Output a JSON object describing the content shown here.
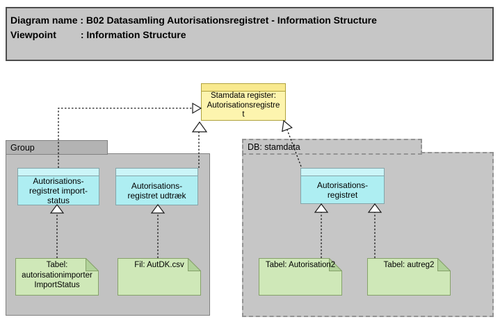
{
  "colors": {
    "canvas-bg": "#ffffff",
    "title-fill": "#c6c6c6",
    "title-border": "#4d4d4d",
    "group-tab-fill": "#b3b3b3",
    "group-body-fill": "#c2c2c2",
    "group-border": "#808080",
    "db-fill": "#c6c6c6",
    "db-border": "#939393",
    "yellow-band": "#f8e98e",
    "yellow-body": "#fdf4ae",
    "yellow-border": "#b0a23e",
    "cyan-band": "#cbf5f8",
    "cyan-body": "#aeeef2",
    "cyan-border": "#84a4a8",
    "note-body": "#cfe8b8",
    "note-fold": "#b1d29a",
    "note-border": "#85a169",
    "line": "#1a1a1a",
    "text": "#000000"
  },
  "title_box": {
    "text": "Diagram name : B02 Datasamling Autorisationsregistret - Information Structure\nViewpoint         : Information Structure"
  },
  "containers": {
    "group": {
      "label": "Group"
    },
    "db": {
      "label": "DB: stamdata"
    }
  },
  "nodes": {
    "stamdata_register": {
      "label": "Stamdata register:\nAutorisationsregistre\nt"
    },
    "import_status": {
      "label": "Autorisations-\nregistret import-\nstatus"
    },
    "udtraek": {
      "label": "Autorisations-\nregistret udtræk"
    },
    "aut_registret": {
      "label": "Autorisations-\nregistret"
    }
  },
  "notes": {
    "tabel_importstatus": {
      "label": "Tabel:\nautorisationimporter\nImportStatus"
    },
    "fil_autdk": {
      "label": "Fil: AutDK.csv"
    },
    "tabel_autorisation2": {
      "label": "Tabel: Autorisation2"
    },
    "tabel_autreg2": {
      "label": "Tabel: autreg2"
    }
  }
}
